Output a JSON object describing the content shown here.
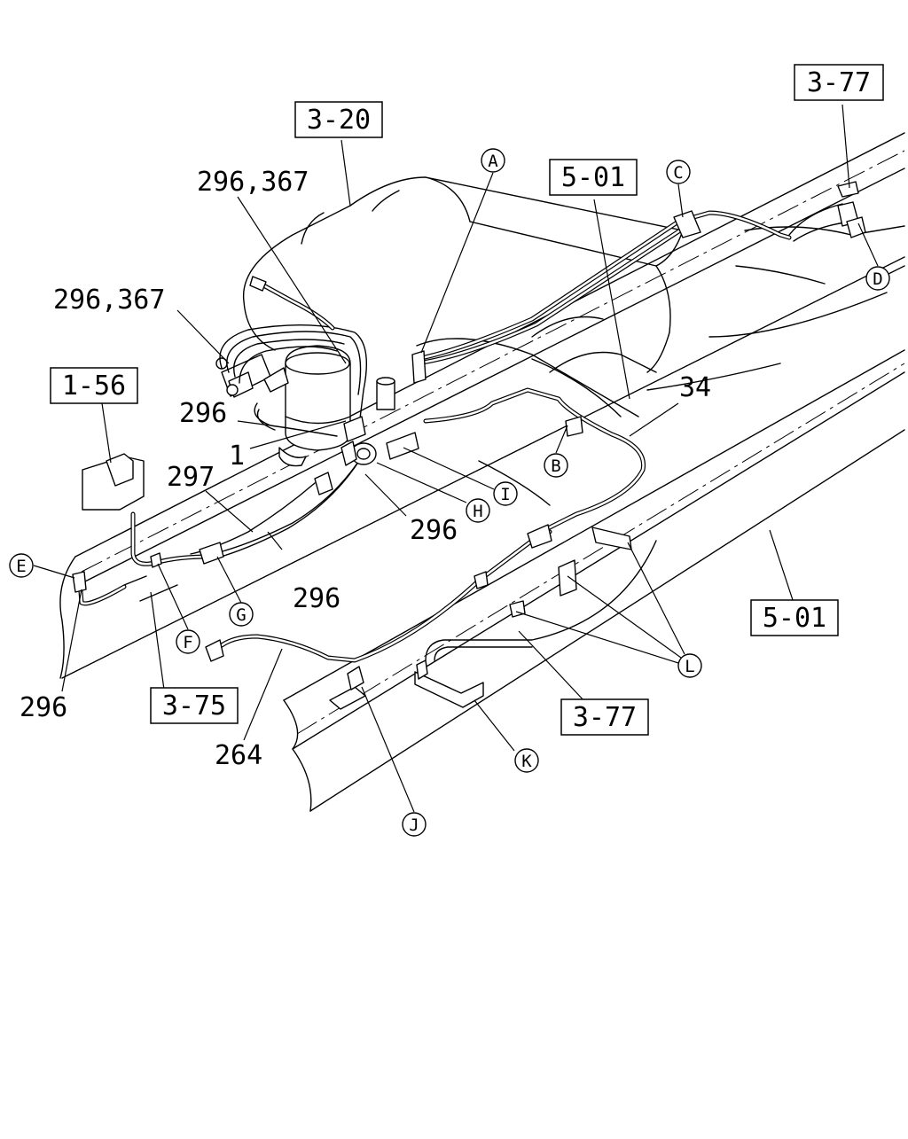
{
  "diagram": {
    "section_refs": [
      "3-77",
      "3-20",
      "5-01",
      "1-56",
      "3-75",
      "3-77",
      "5-01"
    ],
    "part_numbers": [
      "296,367",
      "296,367",
      "296",
      "1",
      "297",
      "296",
      "296",
      "296",
      "34",
      "264"
    ],
    "callouts": [
      "A",
      "B",
      "C",
      "D",
      "E",
      "F",
      "G",
      "H",
      "I",
      "J",
      "K",
      "L"
    ]
  }
}
